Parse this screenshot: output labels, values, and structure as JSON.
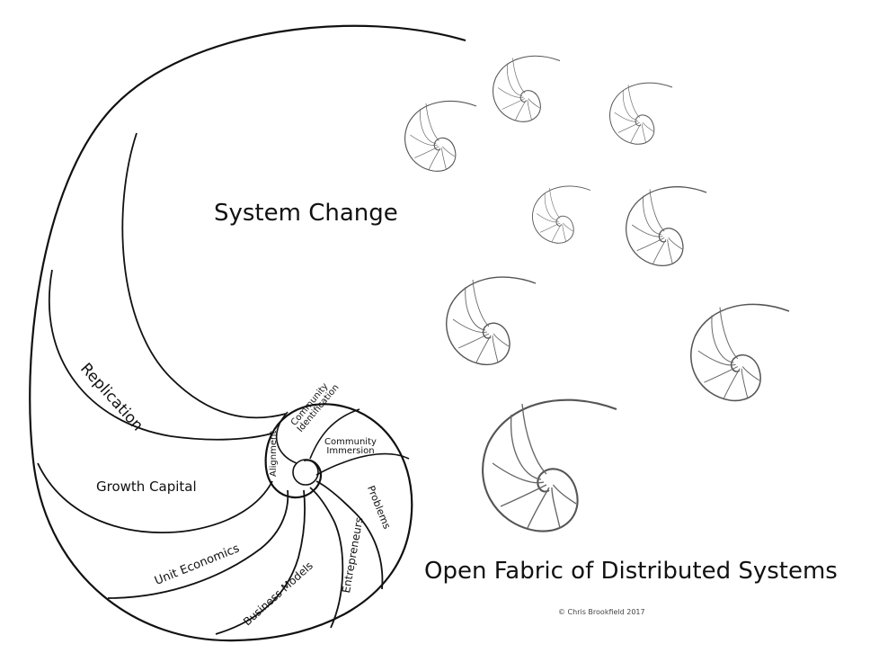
{
  "title": "Open Fabric of Distributed Systems",
  "stages": {
    "system_change": "System Change",
    "replication": "Replication",
    "growth_capital": "Growth Capital",
    "unit_economics": "Unit Economics",
    "business_models": "Business Models",
    "entrepreneurs": "Entrepreneurs",
    "problems": "Problems",
    "community_immersion": "Community Immersion",
    "community_identification": "Community Identification",
    "alignment": "Alignment"
  },
  "copyright": "© Chris Brookfield 2017",
  "colors": {
    "line": "#111111",
    "small_line": "#555555",
    "background": "#ffffff"
  }
}
